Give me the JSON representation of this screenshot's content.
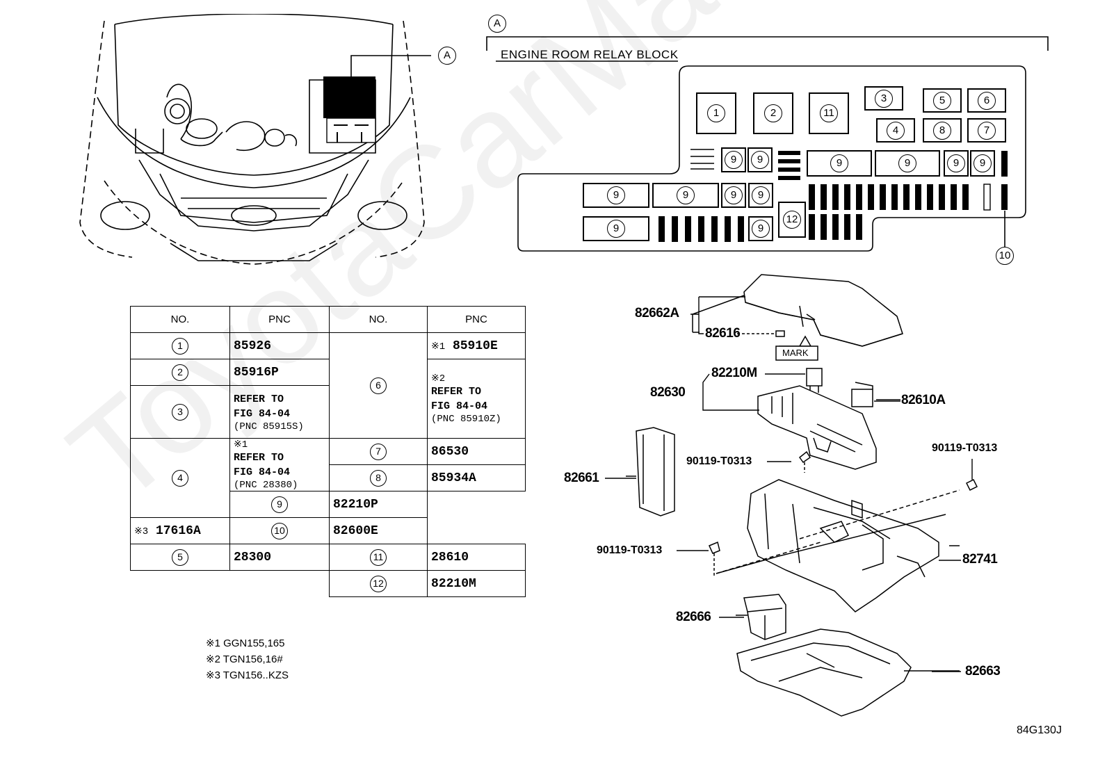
{
  "callout_a": "A",
  "relay_block_title": "ENGINE ROOM RELAY BLOCK",
  "block_numbers": {
    "n1": "1",
    "n2": "2",
    "n3": "3",
    "n4": "4",
    "n5": "5",
    "n6": "6",
    "n7": "7",
    "n8": "8",
    "n9": "9",
    "n10": "10",
    "n11": "11",
    "n12": "12"
  },
  "table": {
    "header_no": "NO.",
    "header_pnc": "PNC",
    "rows_left": [
      {
        "no": "1",
        "pnc": "85926"
      },
      {
        "no": "2",
        "pnc": "85916P"
      },
      {
        "no": "3",
        "ref1": "REFER TO",
        "ref2": "FIG 84-04",
        "ref3": "(PNC 85915S)"
      },
      {
        "no": "4",
        "mark": "※1",
        "ref1": "REFER TO",
        "ref2": "FIG 84-04",
        "ref3": "(PNC 28380)",
        "mark3": "※3",
        "pnc3": "17616A"
      },
      {
        "no": "5",
        "pnc": "28300"
      }
    ],
    "rows_right": [
      {
        "no": "6",
        "mark1": "※1",
        "pnc1": "85910E",
        "mark2": "※2",
        "ref1": "REFER TO",
        "ref2": "FIG 84-04",
        "ref3": "(PNC 85910Z)"
      },
      {
        "no": "7",
        "pnc": "86530"
      },
      {
        "no": "8",
        "pnc": "85934A"
      },
      {
        "no": "9",
        "pnc": "82210P"
      },
      {
        "no": "10",
        "pnc": "82600E"
      },
      {
        "no": "11",
        "pnc": "28610"
      },
      {
        "no": "12",
        "pnc": "82210M"
      }
    ]
  },
  "notes": [
    "※1 GGN155,165",
    "※2 TGN156,16#",
    "※3 TGN156..KZS"
  ],
  "part_labels": {
    "p82662A": "82662A",
    "p82616": "82616",
    "mark": "MARK",
    "p82210M": "82210M",
    "p82630": "82630",
    "p82610A": "82610A",
    "p90119a": "90119-T0313",
    "p90119b": "90119-T0313",
    "p90119c": "90119-T0313",
    "p82661": "82661",
    "p82741": "82741",
    "p82666": "82666",
    "p82663": "82663"
  },
  "figure_code": "84G130J",
  "watermark": "ToyotaCarMan"
}
